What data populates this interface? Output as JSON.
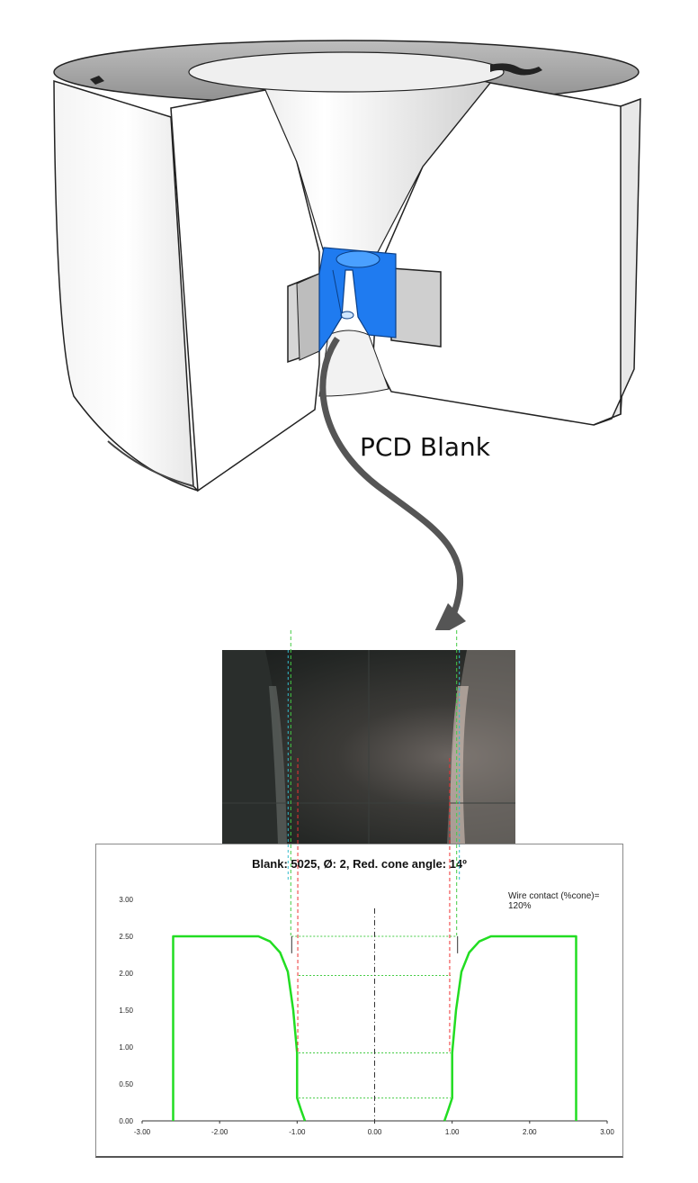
{
  "callout": {
    "label": "PCD Blank"
  },
  "plot": {
    "title": "Blank: 5025,  Ø: 2, Red. cone angle: 14º",
    "annotation": "Wire contact (%cone)= 120%"
  },
  "colors": {
    "insert": "#1f7bf0",
    "profile": "#22dd22",
    "guide_green": "#44cc44",
    "guide_red": "#ee3333",
    "guide_cyan": "#33bbcc",
    "arrow": "#555555"
  },
  "chart_data": {
    "type": "line",
    "xlim": [
      -3,
      3
    ],
    "ylim": [
      0,
      3
    ],
    "x_ticks": [
      "-3.00",
      "-2.00",
      "-1.00",
      "0.00",
      "1.00",
      "2.00",
      "3.00"
    ],
    "y_ticks": [
      "0.00",
      "0.50",
      "1.00",
      "1.50",
      "2.00",
      "2.50",
      "3.00"
    ],
    "series": [
      {
        "points": [
          [
            -2.6,
            0
          ],
          [
            -2.6,
            2.5
          ],
          [
            -1.5,
            2.5
          ],
          [
            -1.35,
            2.43
          ],
          [
            -1.22,
            2.28
          ],
          [
            -1.12,
            2.02
          ],
          [
            -1.05,
            1.5
          ],
          [
            -1.0,
            0.92
          ],
          [
            -1.0,
            0.31
          ],
          [
            -0.95,
            0.15
          ],
          [
            -0.9,
            0
          ]
        ]
      },
      {
        "points": [
          [
            2.6,
            0
          ],
          [
            2.6,
            2.5
          ],
          [
            1.5,
            2.5
          ],
          [
            1.35,
            2.43
          ],
          [
            1.22,
            2.28
          ],
          [
            1.12,
            2.02
          ],
          [
            1.05,
            1.5
          ],
          [
            1.0,
            0.92
          ],
          [
            1.0,
            0.31
          ],
          [
            0.95,
            0.15
          ],
          [
            0.9,
            0
          ]
        ]
      }
    ],
    "guide_levels": [
      2.5,
      1.97,
      0.92,
      0.31
    ],
    "guide_x": [
      -1.07,
      -0.98,
      0.98,
      1.07
    ]
  }
}
